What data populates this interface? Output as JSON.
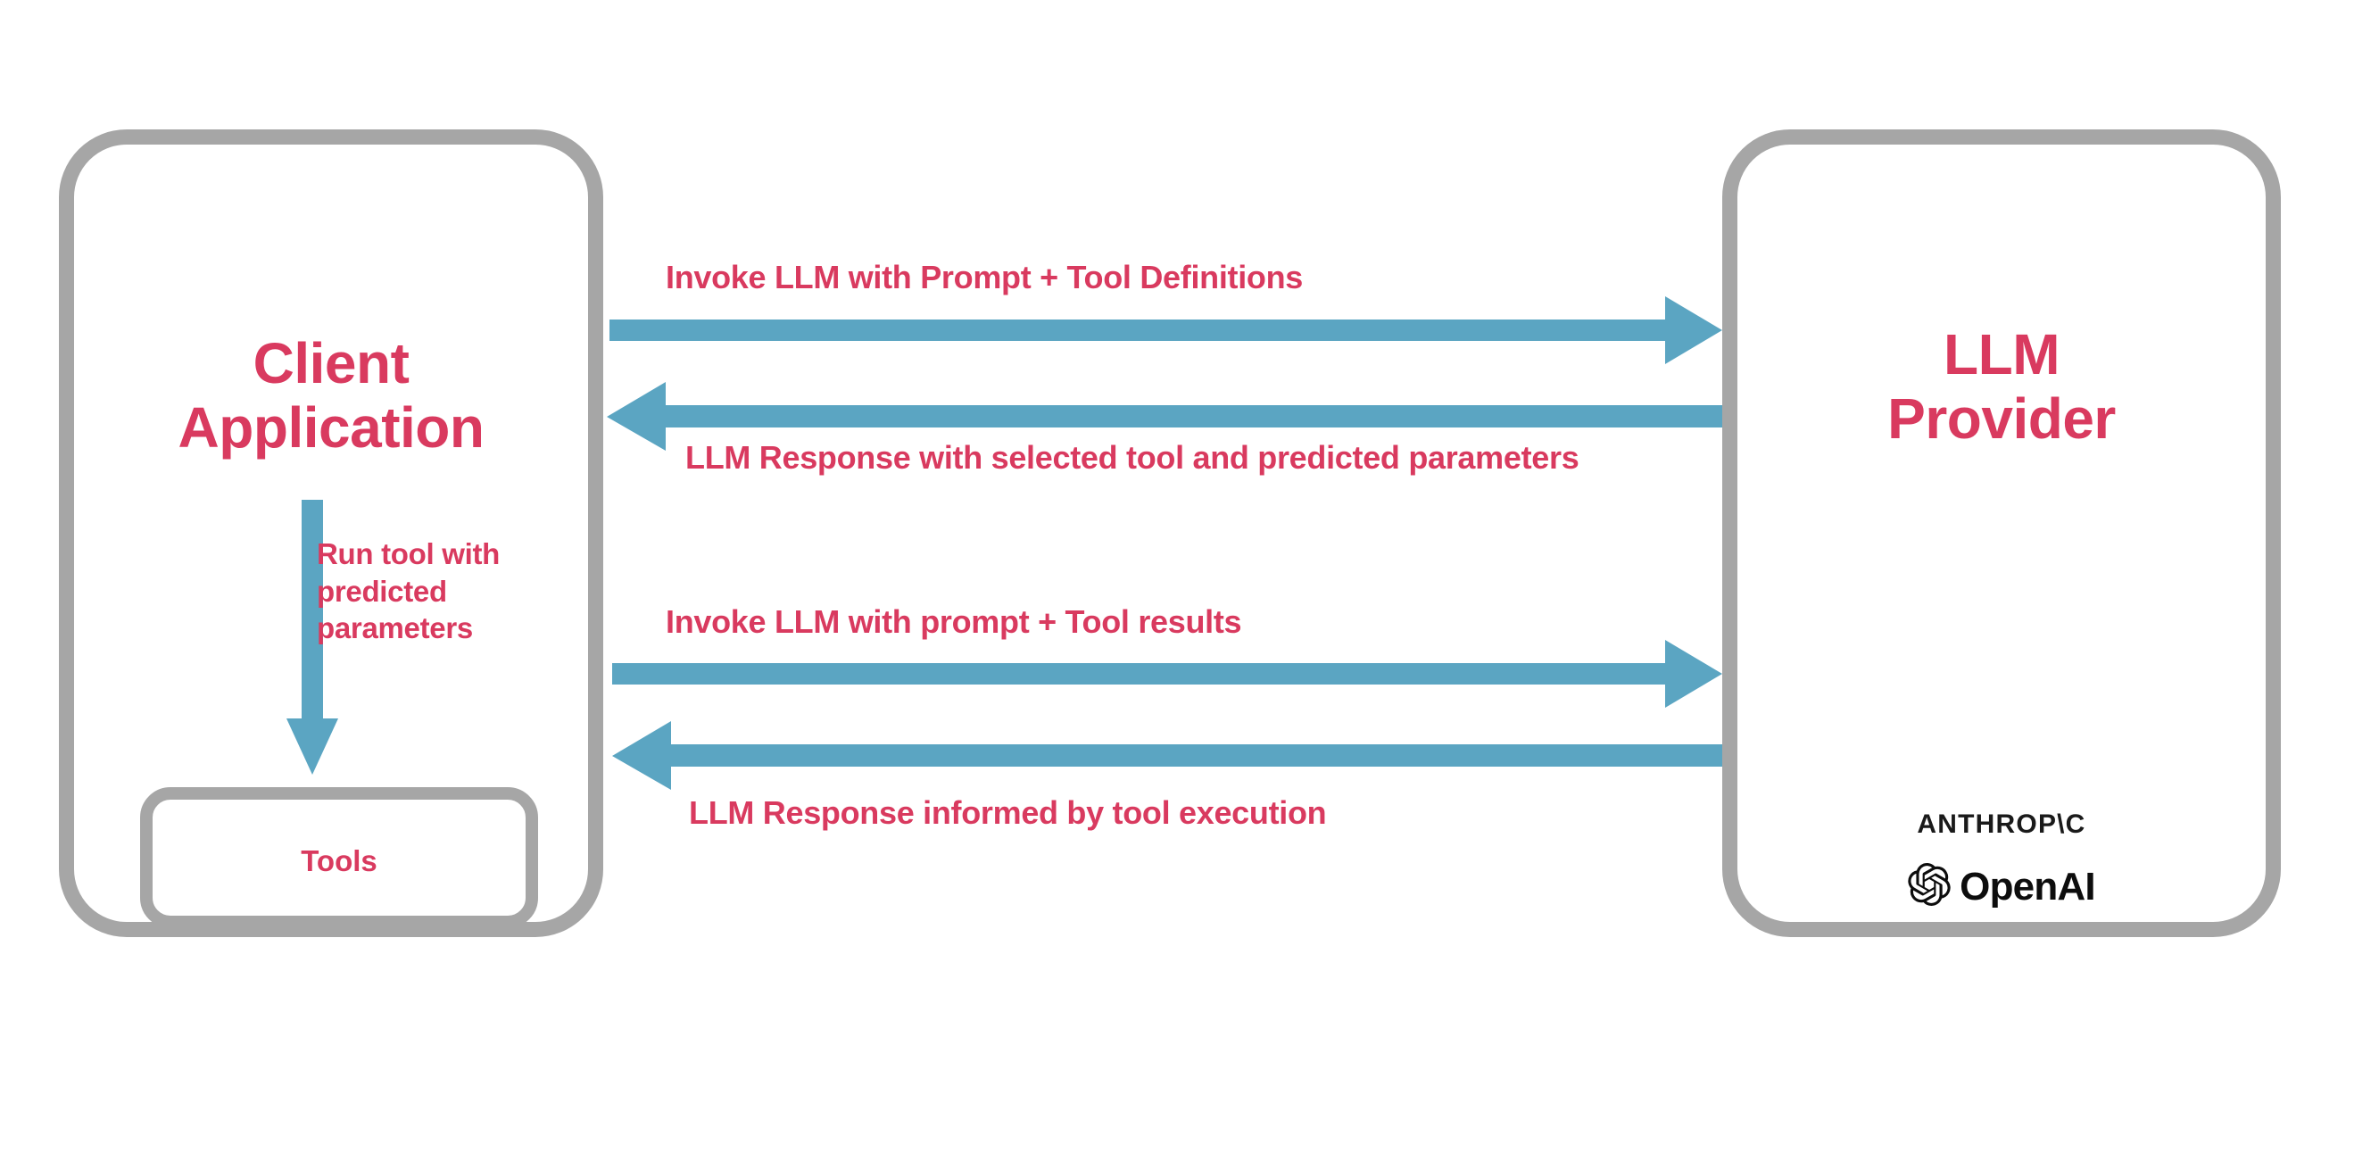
{
  "diagram": {
    "title": "LLM tool-calling interaction flow",
    "colors": {
      "accent_text": "#d93a5f",
      "arrow": "#5ba5c2",
      "box_border": "#a6a6a6",
      "logo_text": "#1a1a1a",
      "background": "#ffffff"
    }
  },
  "client": {
    "title": "Client\nApplication",
    "tools": {
      "label": "Tools"
    },
    "internal_arrow": {
      "label": "Run tool with\npredicted\nparameters",
      "direction": "down"
    }
  },
  "provider": {
    "title": "LLM\nProvider",
    "logos": [
      {
        "name": "anthropic-logo",
        "text": "ANTHROP\\C"
      },
      {
        "name": "openai-logo",
        "text": "OpenAI"
      }
    ]
  },
  "messages": [
    {
      "id": "invoke-llm-tools",
      "label": "Invoke LLM with Prompt + Tool Definitions",
      "direction": "right",
      "from": "Client Application",
      "to": "LLM Provider"
    },
    {
      "id": "llm-response-tool",
      "label": "LLM Response with selected tool and predicted parameters",
      "direction": "left",
      "from": "LLM Provider",
      "to": "Client Application"
    },
    {
      "id": "invoke-llm-results",
      "label": "Invoke LLM with prompt + Tool results",
      "direction": "right",
      "from": "Client Application",
      "to": "LLM Provider"
    },
    {
      "id": "llm-response-final",
      "label": "LLM Response informed by tool execution",
      "direction": "left",
      "from": "LLM Provider",
      "to": "Client Application"
    }
  ]
}
